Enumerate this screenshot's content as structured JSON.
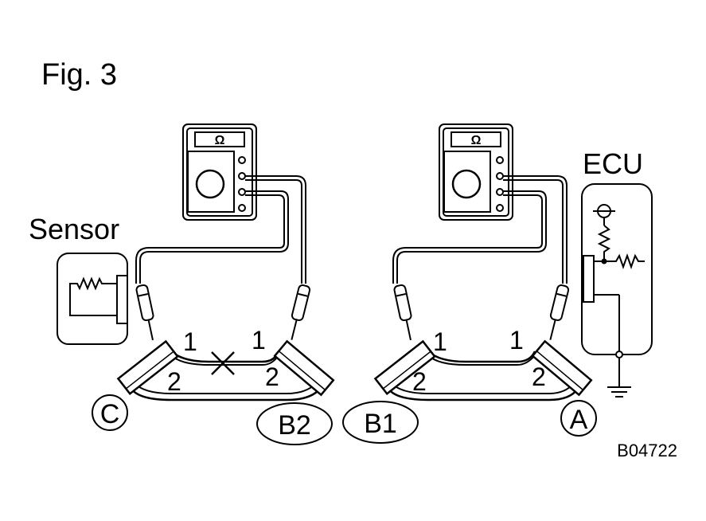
{
  "figure": {
    "title": "Fig. 3",
    "code": "B04722"
  },
  "labels": {
    "sensor": "Sensor",
    "ecu": "ECU",
    "connector_c": "C",
    "connector_b2": "B2",
    "connector_b1": "B1",
    "connector_a": "A"
  },
  "meters": [
    {
      "symbol": "Ω"
    },
    {
      "symbol": "Ω"
    }
  ],
  "pins": {
    "left_c_1": "1",
    "left_c_2": "2",
    "left_b2_1": "1",
    "left_b2_2": "2",
    "right_b1_1": "1",
    "right_b1_2": "2",
    "right_a_1": "1",
    "right_a_2": "2"
  },
  "colors": {
    "line": "#000000",
    "background": "#ffffff"
  }
}
